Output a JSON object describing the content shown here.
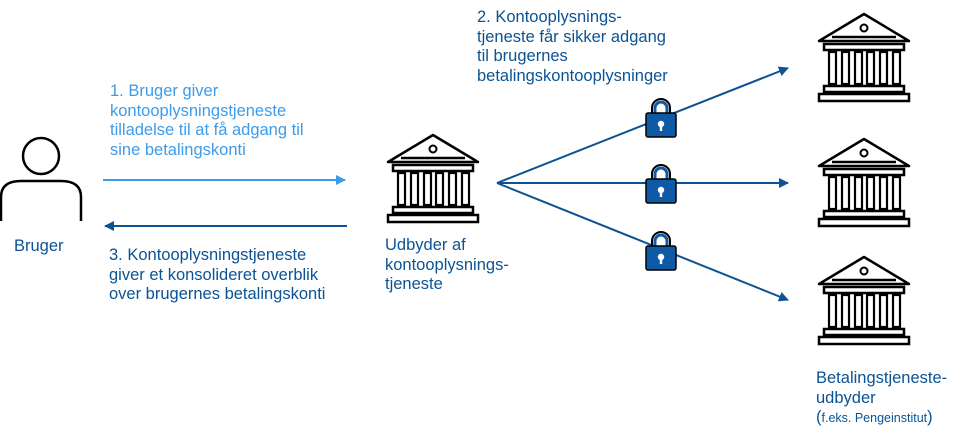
{
  "colors": {
    "dark_blue": "#0b5394",
    "light_blue": "#3d9be9",
    "lock_fill": "#0e5aa7",
    "icon_stroke": "#000000"
  },
  "user": {
    "label": "Bruger"
  },
  "step1": {
    "lines": [
      "1. Bruger giver",
      "kontooplysningstjeneste",
      "tilladelse til at få adgang til",
      "sine betalingskonti"
    ]
  },
  "step2": {
    "lines": [
      "2. Kontooplysnings-",
      "tjeneste får sikker adgang",
      "til brugernes",
      "betalingskontooplysninger"
    ]
  },
  "step3": {
    "lines": [
      "3. Kontooplysningstjeneste",
      "giver et konsolideret overblik",
      "over brugernes betalingskonti"
    ]
  },
  "provider": {
    "lines": [
      "Udbyder af",
      "kontooplysnings-",
      "tjeneste"
    ]
  },
  "banks": {
    "lines": [
      "Betalingstjeneste-",
      "udbyder"
    ],
    "note": {
      "open": "(",
      "text": "f.eks. Pengeinstitut",
      "close": ")"
    }
  },
  "icons": {
    "user": "person-icon",
    "bank": "bank-building-icon",
    "lock": "padlock-icon"
  }
}
